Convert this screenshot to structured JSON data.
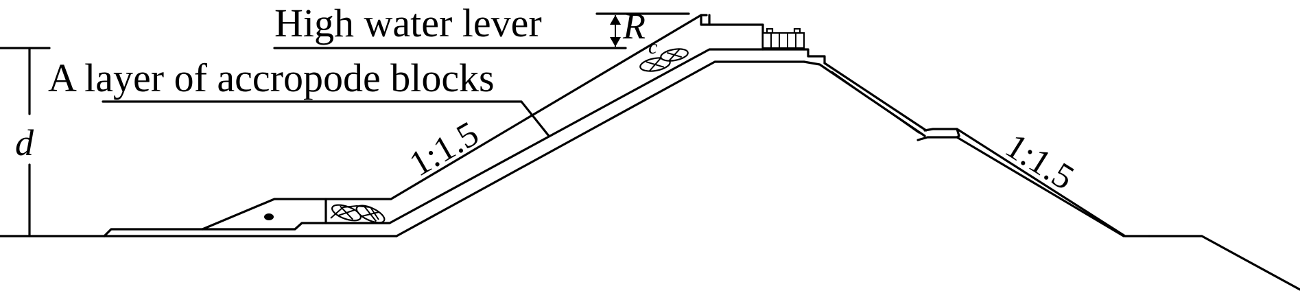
{
  "labels": {
    "high_water": "High water lever",
    "armor_layer": "A layer of accropode blocks",
    "slope_seaward": "1:1.5",
    "slope_landward": "1:1.5",
    "depth": "d",
    "freeboard": "R",
    "freeboard_subscript": "c"
  },
  "icons": {
    "accropode": "accropode-block-icon",
    "crest_wall": "crest-wall-icon"
  }
}
